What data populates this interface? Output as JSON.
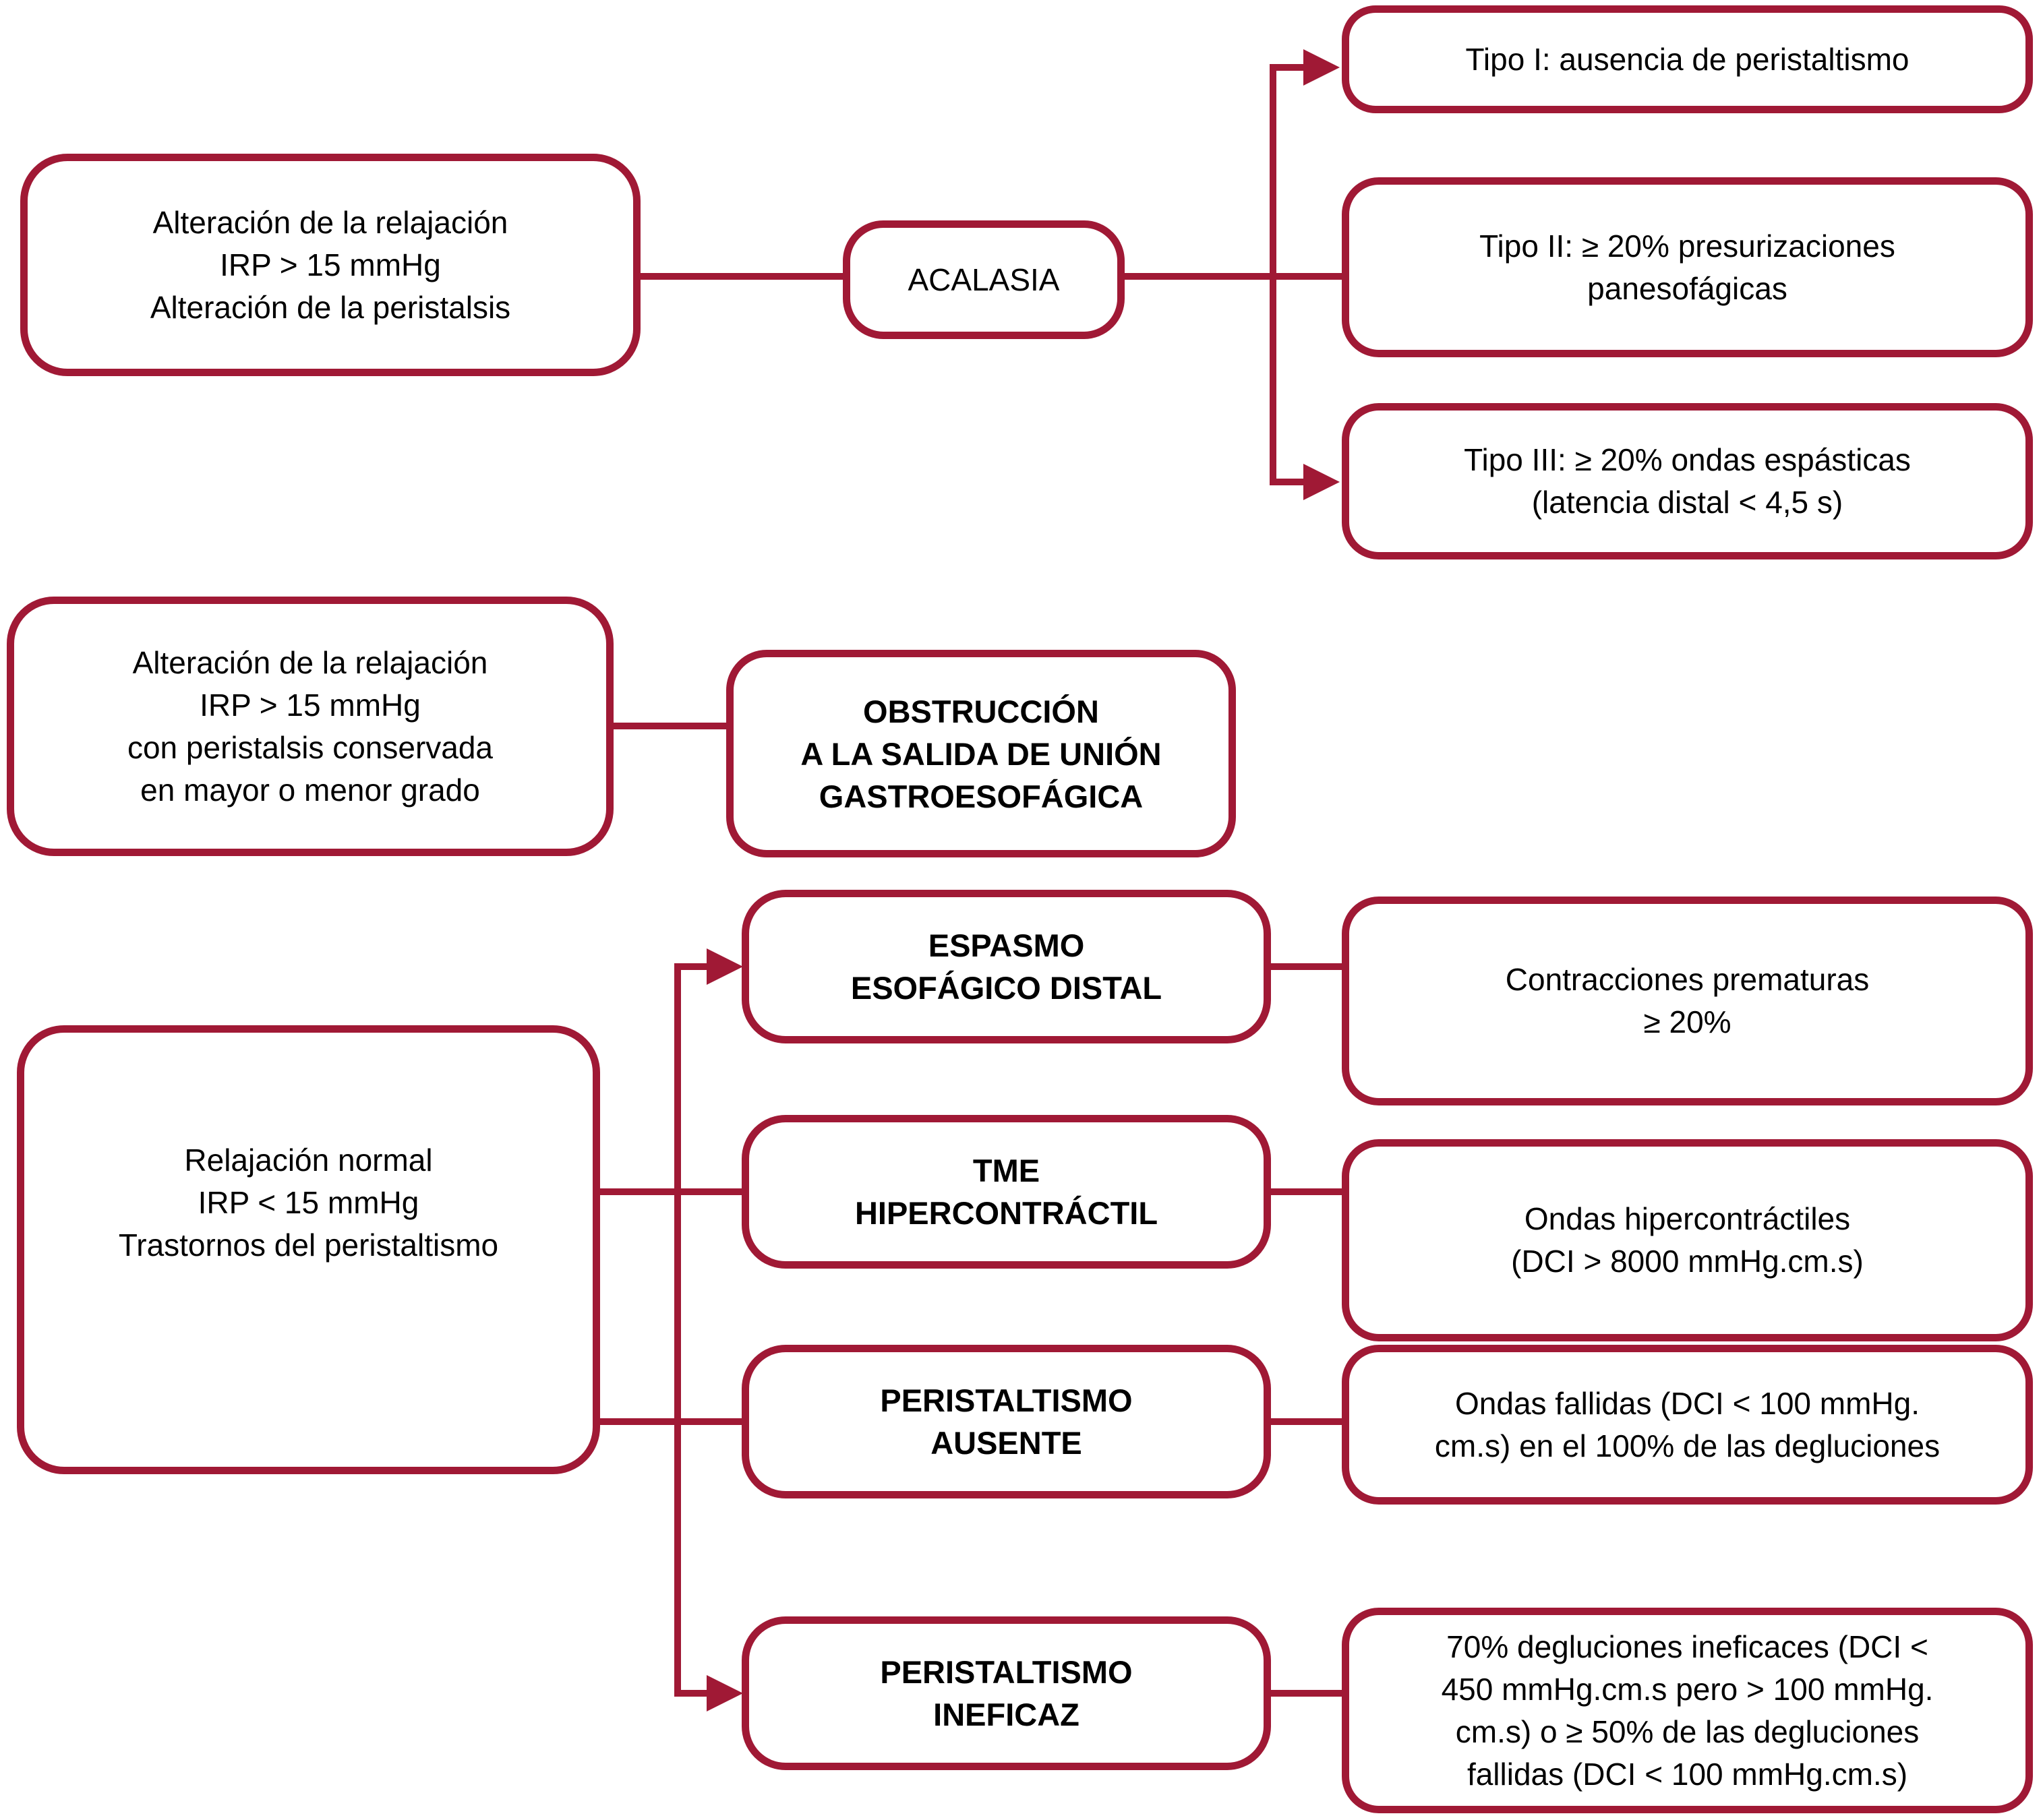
{
  "figure": {
    "type": "flowchart",
    "language": "es"
  },
  "colors": {
    "accent": "#A01935",
    "text": "#000000",
    "background": "#FFFFFF"
  },
  "nodes": {
    "criteria_acalasia": {
      "lines": [
        "Alteración de la relajación",
        "IRP > 15 mmHg",
        "Alteración de la peristalsis"
      ]
    },
    "acalasia": {
      "lines": [
        "ACALASIA"
      ]
    },
    "tipo1": {
      "lines": [
        "Tipo I: ausencia de peristaltismo"
      ]
    },
    "tipo2": {
      "lines": [
        "Tipo II: ≥ 20% presurizaciones",
        "panesofágicas"
      ]
    },
    "tipo3": {
      "lines": [
        "Tipo III: ≥ 20% ondas espásticas",
        "(latencia distal < 4,5 s)"
      ]
    },
    "criteria_obstruccion": {
      "lines": [
        "Alteración de la relajación",
        "IRP > 15 mmHg",
        "con peristalsis conservada",
        "en mayor o menor grado"
      ]
    },
    "obstruccion": {
      "lines": [
        "OBSTRUCCIÓN",
        "A LA SALIDA DE UNIÓN",
        "GASTROESOFÁGICA"
      ]
    },
    "criteria_peristaltismo": {
      "lines": [
        "Relajación normal",
        "IRP < 15 mmHg",
        "Trastornos del peristaltismo"
      ]
    },
    "espasmo": {
      "lines": [
        "ESPASMO",
        "ESOFÁGICO DISTAL"
      ]
    },
    "tme": {
      "lines": [
        "TME",
        "HIPERCONTRÁCTIL"
      ]
    },
    "ausente": {
      "lines": [
        "PERISTALTISMO",
        "AUSENTE"
      ]
    },
    "ineficaz": {
      "lines": [
        "PERISTALTISMO",
        "INEFICAZ"
      ]
    },
    "espasmo_def": {
      "lines": [
        "Contracciones prematuras",
        "≥ 20%"
      ]
    },
    "tme_def": {
      "lines": [
        "Ondas hipercontráctiles",
        "(DCI > 8000 mmHg.cm.s)"
      ]
    },
    "ausente_def": {
      "lines": [
        "Ondas fallidas (DCI < 100 mmHg.",
        "cm.s) en el 100% de las degluciones"
      ]
    },
    "ineficaz_def": {
      "lines": [
        "70% degluciones ineficaces (DCI <",
        "450 mmHg.cm.s pero > 100 mmHg.",
        "cm.s) o ≥ 50% de las degluciones",
        "fallidas (DCI < 100 mmHg.cm.s)"
      ]
    }
  }
}
